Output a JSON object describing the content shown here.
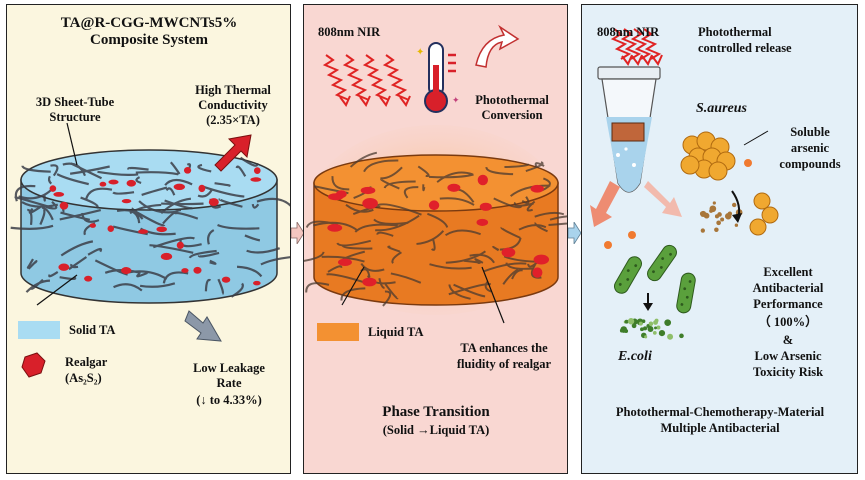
{
  "colors": {
    "panel1_bg": "#fbf6df",
    "panel2_bg": "#f9d7d2",
    "panel3_bg": "#e4f0f8",
    "solid_ta": "#a9dcf2",
    "liquid_ta": "#f39132",
    "realgar": "#d8202a",
    "bacteria": "#5aa03c",
    "staph": "#f0a830",
    "nir_wave": "#e02424"
  },
  "panel1": {
    "title_line1": "TA@R-CGG-MWCNTs5%",
    "title_line2": "Composite System",
    "structure_line1": "3D Sheet-Tube",
    "structure_line2": "Structure",
    "thermal_line1": "High Thermal",
    "thermal_line2": "Conductivity",
    "thermal_line3": "(2.35×TA)",
    "legend_solid": "Solid TA",
    "legend_realgar": "Realgar",
    "realgar_formula": "(As₂S₂)",
    "leakage_line1": "Low Leakage",
    "leakage_line2": "Rate",
    "leakage_line3": "(↓ to 4.33%)"
  },
  "panel2": {
    "nir": "808nm NIR",
    "photothermal_line1": "Photothermal",
    "photothermal_line2": "Conversion",
    "legend_liquid": "Liquid TA",
    "fluidity_line1": "TA enhances the",
    "fluidity_line2": "fluidity of realgar",
    "phase_title": "Phase Transition",
    "phase_sub": "(Solid →Liquid TA)"
  },
  "panel3": {
    "nir": "808nm NIR",
    "release_line1": "Photothermal",
    "release_line2": "controlled release",
    "saureus": "S.aureus",
    "arsenic_line1": "Soluble",
    "arsenic_line2": "arsenic",
    "arsenic_line3": "compounds",
    "ecoli": "E.coli",
    "perf_line1": "Excellent",
    "perf_line2": "Antibacterial",
    "perf_line3": "Performance",
    "perf_line4": "（  100%）",
    "perf_line5": "&",
    "perf_line6": "Low Arsenic",
    "perf_line7": "Toxicity Risk",
    "summary_line1": "Photothermal-Chemotherapy-Material",
    "summary_line2": "Multiple Antibacterial"
  }
}
